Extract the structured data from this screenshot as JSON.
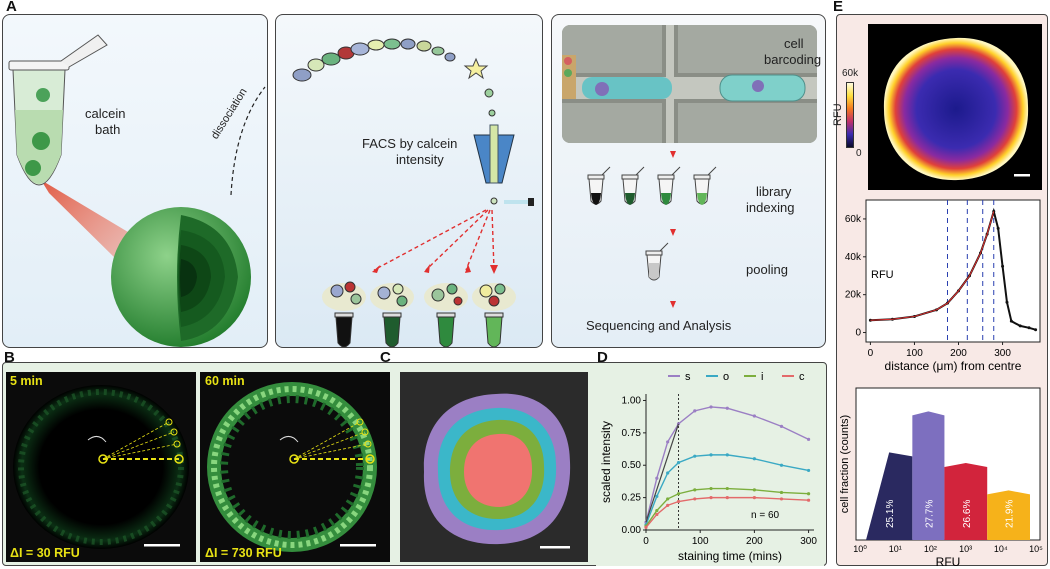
{
  "panel_letters": {
    "a": "A",
    "b": "B",
    "c": "C",
    "d": "D",
    "e": "E"
  },
  "panel_a": {
    "calcein_line1": "calcein",
    "calcein_line2": "bath",
    "dissociation": "dissociation",
    "facs_line1": "FACS by calcein",
    "facs_line2": "intensity",
    "cell_barcoding_line1": "cell",
    "cell_barcoding_line2": "barcoding",
    "library_line1": "library",
    "library_line2": "indexing",
    "pooling": "pooling",
    "sequencing": "Sequencing and Analysis"
  },
  "panel_b": {
    "time1": "5 min",
    "time2": "60 min",
    "delta1": "ΔI = 30 RFU",
    "delta2": "ΔI = 730 RFU"
  },
  "panel_e_top": {
    "colorbar_max": "60k",
    "colorbar_min": "0",
    "colorbar_label": "RFU"
  },
  "chart_data": [
    {
      "type": "line",
      "panel": "D",
      "xlabel": "staining time (mins)",
      "ylabel": "scaled intensity",
      "xlim": [
        0,
        310
      ],
      "ylim": [
        0,
        1.05
      ],
      "xticks": [
        0,
        100,
        200,
        300
      ],
      "yticks": [
        "0.00",
        "0.25",
        "0.50",
        "0.75",
        "1.00"
      ],
      "annotation": "n = 60",
      "vline_x": 60,
      "series": [
        {
          "name": "s",
          "color": "#9b7fc4",
          "x": [
            0,
            20,
            40,
            60,
            90,
            120,
            150,
            200,
            250,
            300
          ],
          "y": [
            0.06,
            0.4,
            0.68,
            0.82,
            0.92,
            0.95,
            0.94,
            0.88,
            0.8,
            0.7
          ]
        },
        {
          "name": "o",
          "color": "#3aa9c4",
          "x": [
            0,
            20,
            40,
            60,
            90,
            120,
            150,
            200,
            250,
            300
          ],
          "y": [
            0.04,
            0.26,
            0.44,
            0.52,
            0.57,
            0.58,
            0.58,
            0.55,
            0.5,
            0.46
          ]
        },
        {
          "name": "i",
          "color": "#7cae3d",
          "x": [
            0,
            20,
            40,
            60,
            90,
            120,
            150,
            200,
            250,
            300
          ],
          "y": [
            0.03,
            0.15,
            0.24,
            0.28,
            0.31,
            0.32,
            0.32,
            0.31,
            0.29,
            0.28
          ]
        },
        {
          "name": "c",
          "color": "#e36a6a",
          "x": [
            0,
            20,
            40,
            60,
            90,
            120,
            150,
            200,
            250,
            300
          ],
          "y": [
            0.02,
            0.12,
            0.19,
            0.22,
            0.24,
            0.25,
            0.25,
            0.25,
            0.24,
            0.23
          ]
        }
      ]
    },
    {
      "type": "scatter",
      "panel": "E-middle",
      "xlabel": "distance (μm) from centre",
      "ylabel": "RFU",
      "xlim": [
        -10,
        385
      ],
      "ylim": [
        -5000,
        70000
      ],
      "xticks": [
        0,
        100,
        200,
        300
      ],
      "yticks": [
        "0",
        "20k",
        "40k",
        "60k"
      ],
      "dashed_lines_x": [
        175,
        220,
        255,
        280
      ],
      "series": [
        {
          "name": "",
          "x": [
            0,
            50,
            100,
            150,
            175,
            200,
            225,
            250,
            265,
            280,
            290,
            300,
            310,
            320,
            340,
            360,
            375
          ],
          "y": [
            6500,
            7000,
            8500,
            12000,
            15500,
            22000,
            30000,
            42000,
            52000,
            64000,
            55000,
            35000,
            16000,
            6000,
            3500,
            2500,
            1500
          ]
        }
      ]
    },
    {
      "type": "area",
      "panel": "E-bottom",
      "xlabel": "RFU",
      "ylabel": "cell fraction (counts)",
      "xscale": "log",
      "xticks": [
        "10⁰",
        "10¹",
        "10²",
        "10³",
        "10⁴",
        "10⁵"
      ],
      "bins": [
        {
          "label": "25.1%",
          "color": "#2a2960"
        },
        {
          "label": "27.7%",
          "color": "#7d6fbf"
        },
        {
          "label": "26.6%",
          "color": "#d2243c"
        },
        {
          "label": "21.9%",
          "color": "#f6b21a"
        }
      ]
    }
  ]
}
